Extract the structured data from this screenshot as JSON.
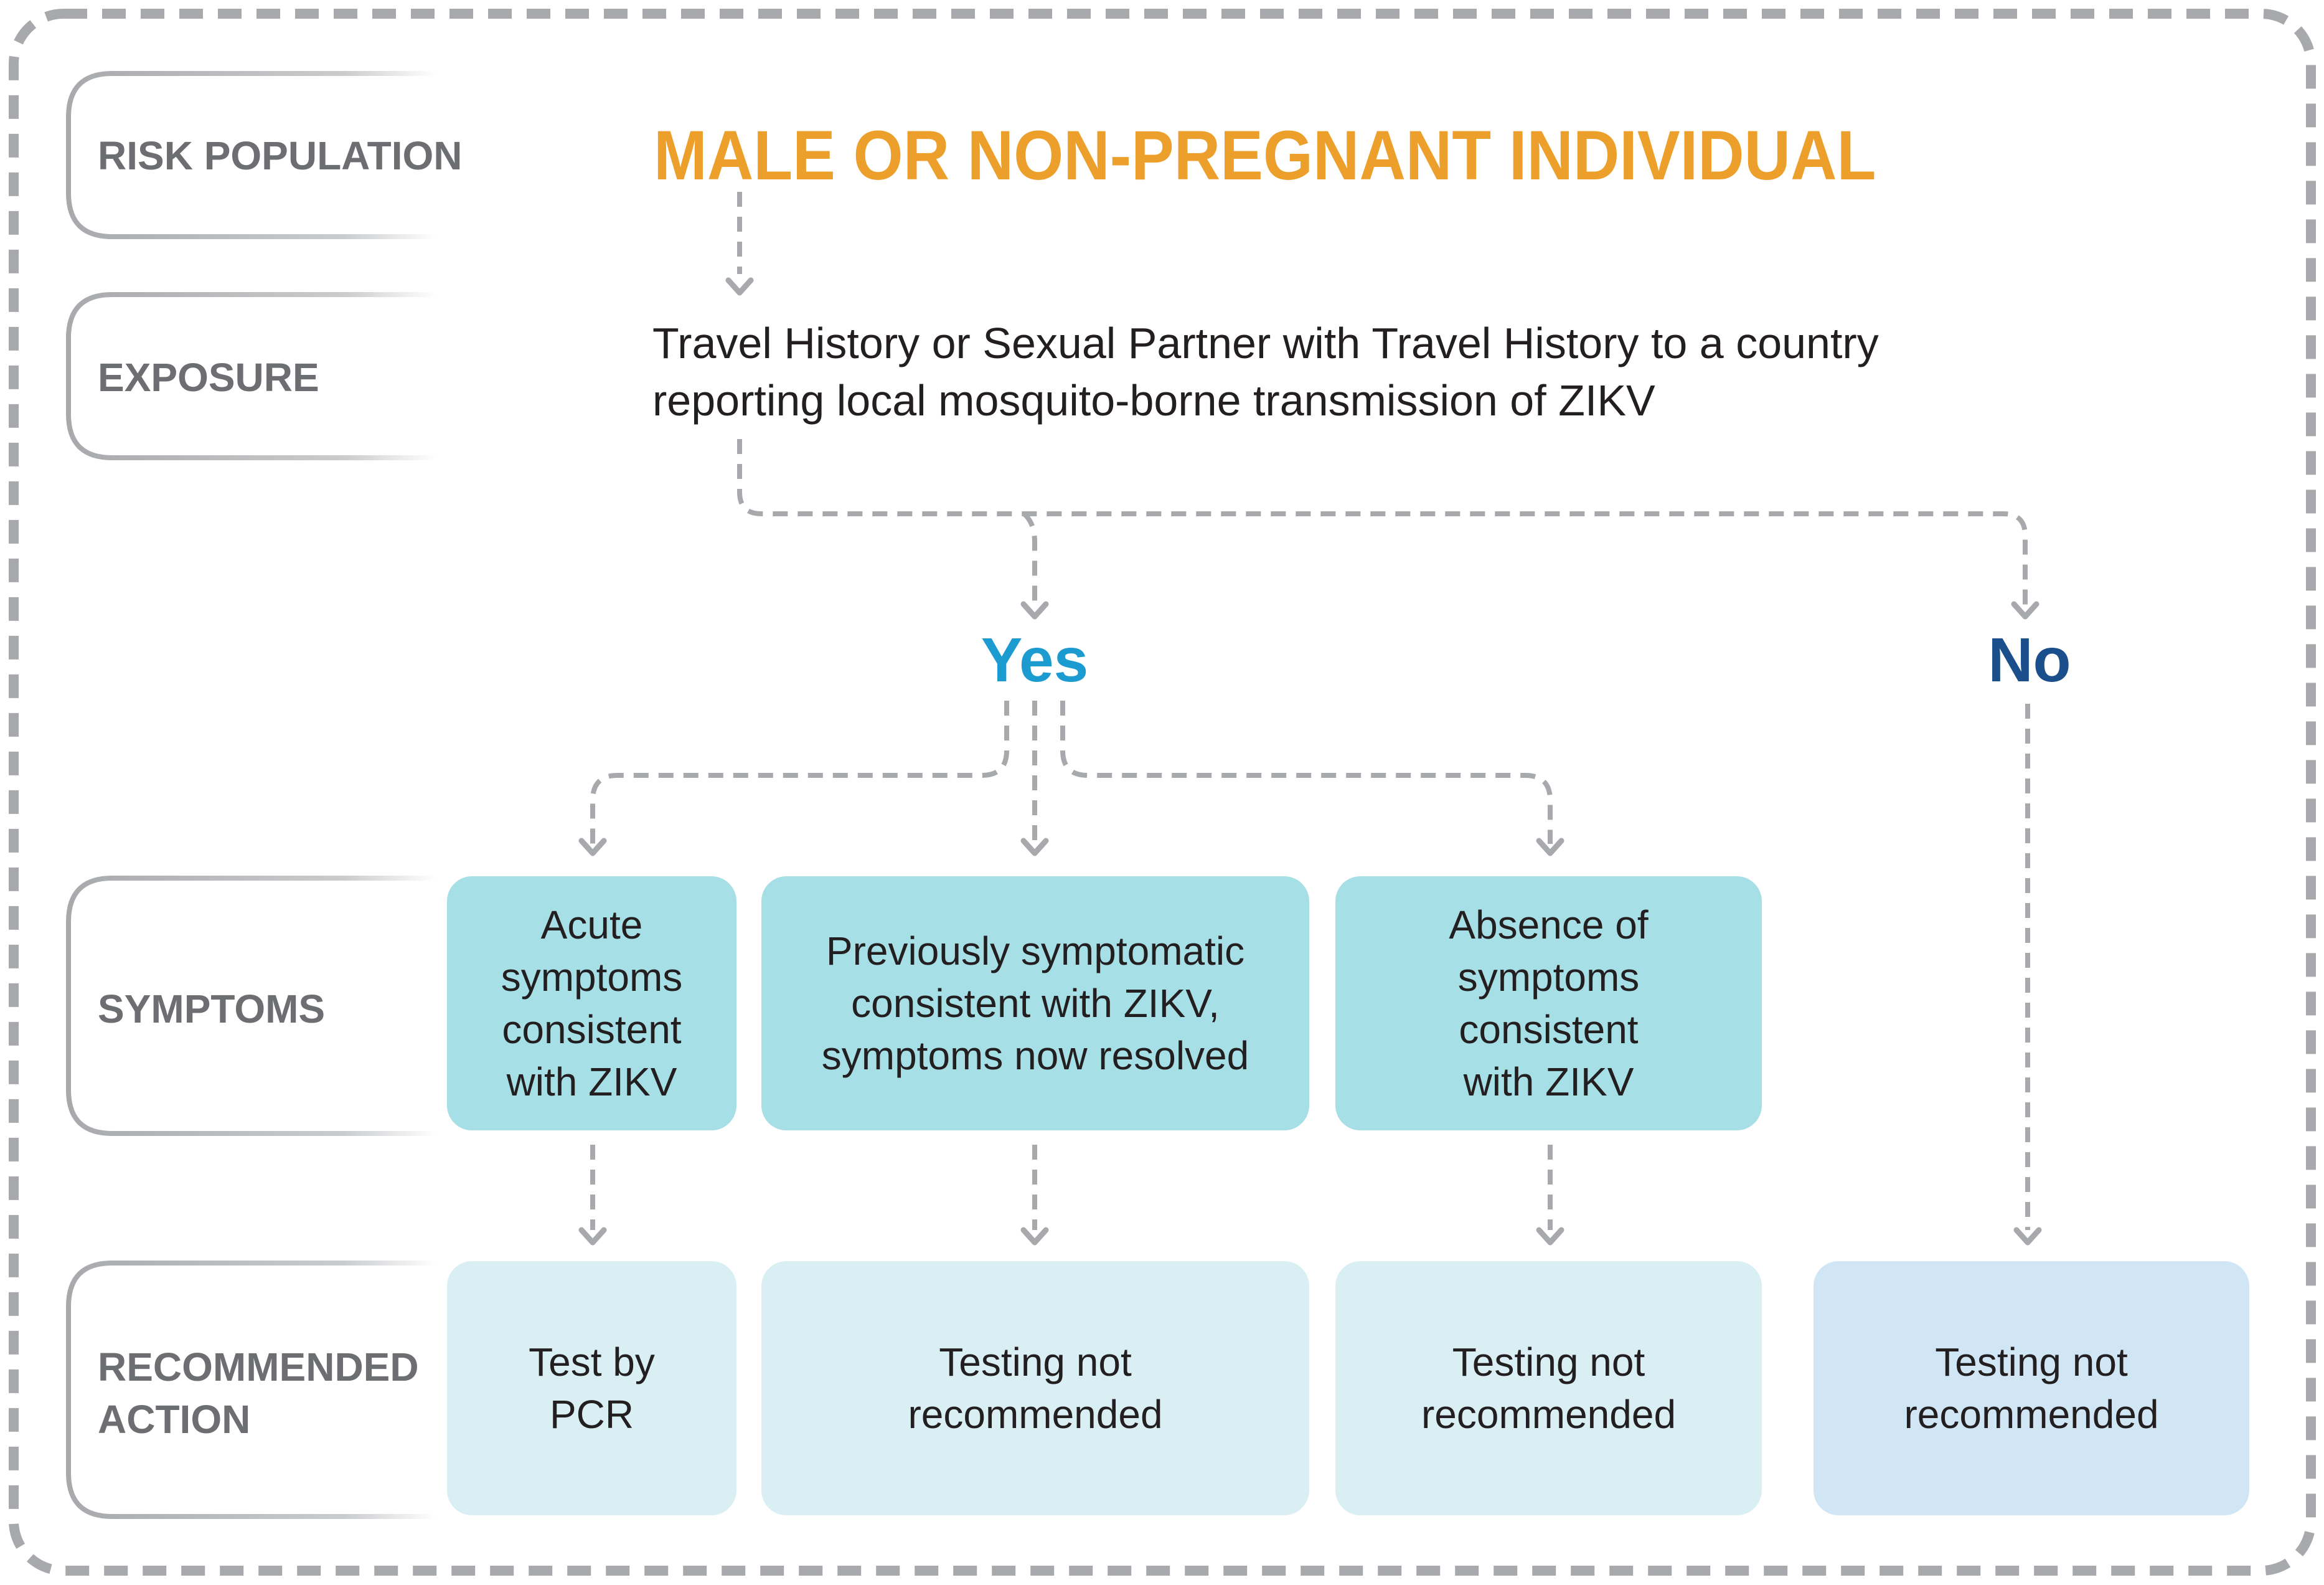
{
  "row_labels": {
    "risk_population": "RISK POPULATION",
    "exposure": "EXPOSURE",
    "symptoms": "SYMPTOMS",
    "recommended_action": "RECOMMENDED\nACTION"
  },
  "risk_population": "MALE OR NON-PREGNANT INDIVIDUAL",
  "exposure_text": "Travel History or Sexual Partner with Travel History to a country\nreporting local mosquito-borne transmission of ZIKV",
  "branches": {
    "yes": "Yes",
    "no": "No"
  },
  "symptoms": [
    "Acute\nsymptoms\nconsistent\nwith ZIKV",
    "Previously symptomatic\nconsistent with ZIKV,\nsymptoms now resolved",
    "Absence of\nsymptoms\nconsistent\nwith ZIKV"
  ],
  "actions": [
    "Test by\nPCR",
    "Testing not\nrecommended",
    "Testing not\nrecommended",
    "Testing not\nrecommended"
  ],
  "colors": {
    "headline": "#ed9f2b",
    "yes": "#1b9bcf",
    "no": "#1b4f8c",
    "symptom_box": "#a7dfe6",
    "action_box": "#d9eff4",
    "action_box_no": "#d0e6f5",
    "label_text": "#6d6e71",
    "connector": "#a7a9ac"
  }
}
